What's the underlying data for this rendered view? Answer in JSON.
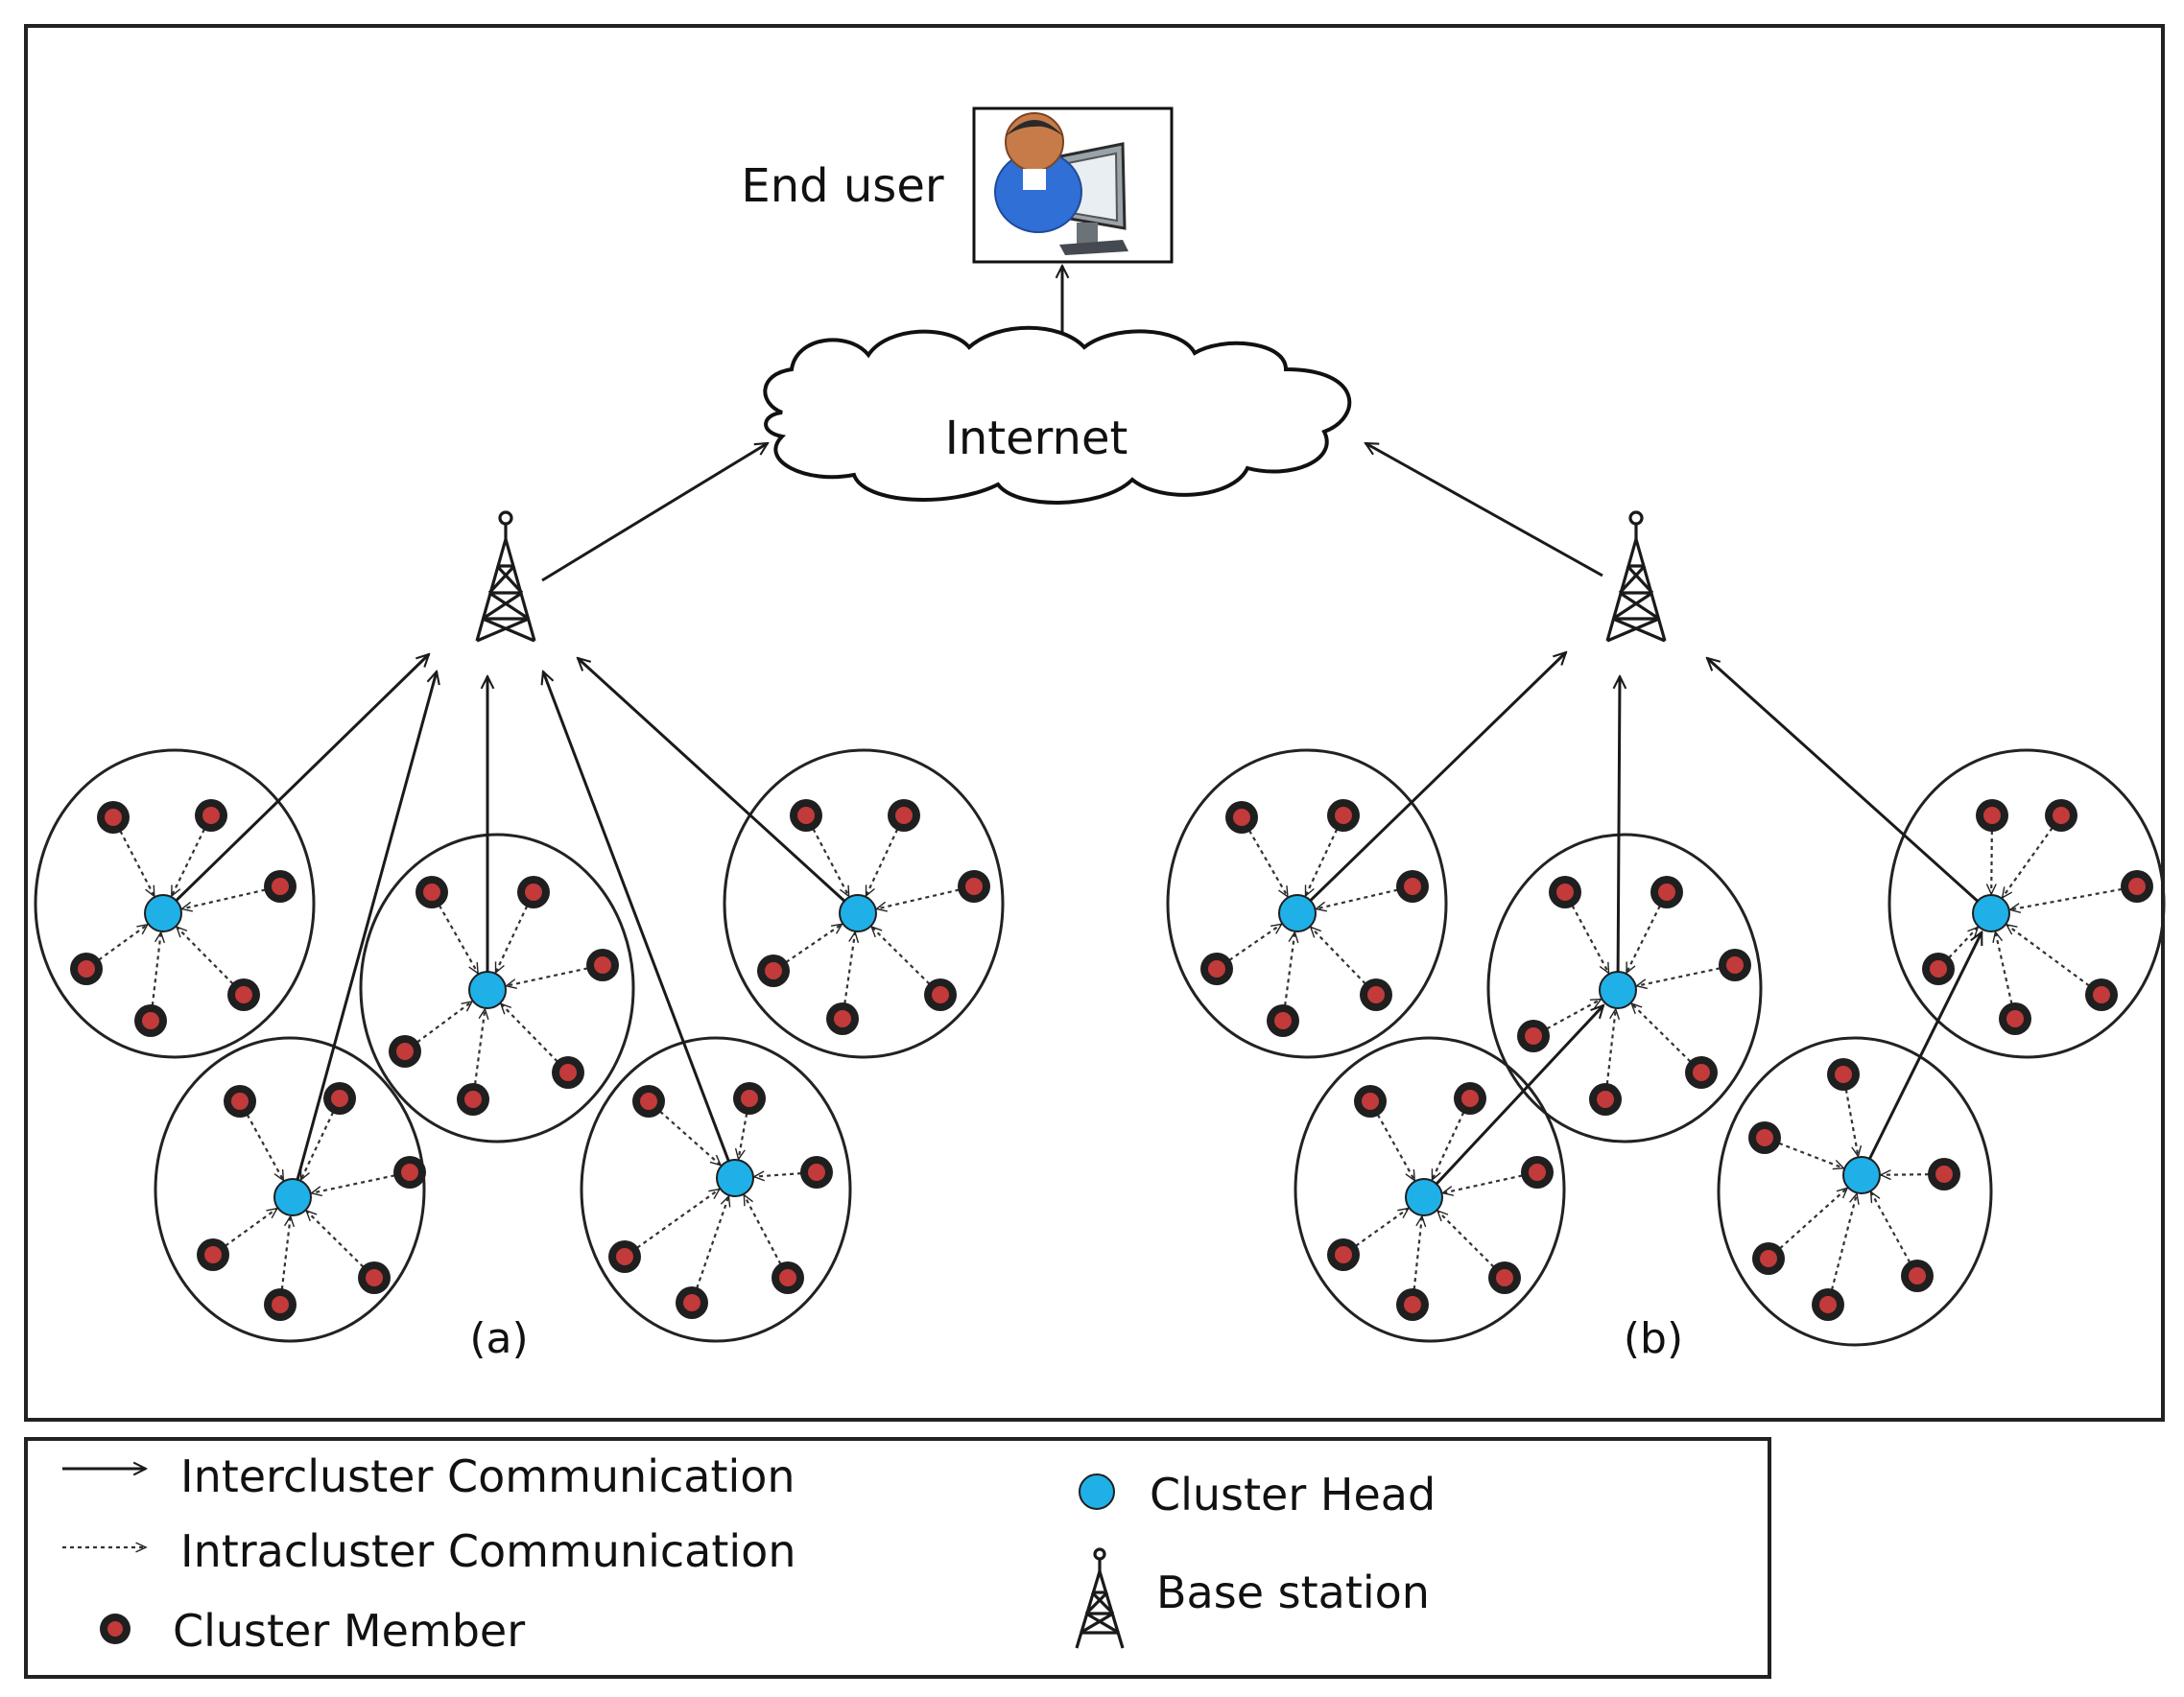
{
  "diagram": {
    "end_user_label": "End user",
    "internet_label": "Internet",
    "panel_a_label": "(a)",
    "panel_b_label": "(b)",
    "icons": [
      "end-user-computer-icon",
      "cloud-icon",
      "base-station-tower-icon",
      "cluster-head-dot",
      "cluster-member-dot"
    ],
    "colors": {
      "cluster_head": "#1fb0e8",
      "cluster_member_inner": "#c23a3a",
      "cluster_member_outer": "#1f1f1f",
      "line": "#1a1a1a"
    }
  },
  "legend": {
    "intercluster": "Intercluster Communication",
    "intracluster": "Intracluster Communication",
    "member": "Cluster Member",
    "head": "Cluster Head",
    "base_station": "Base station"
  }
}
